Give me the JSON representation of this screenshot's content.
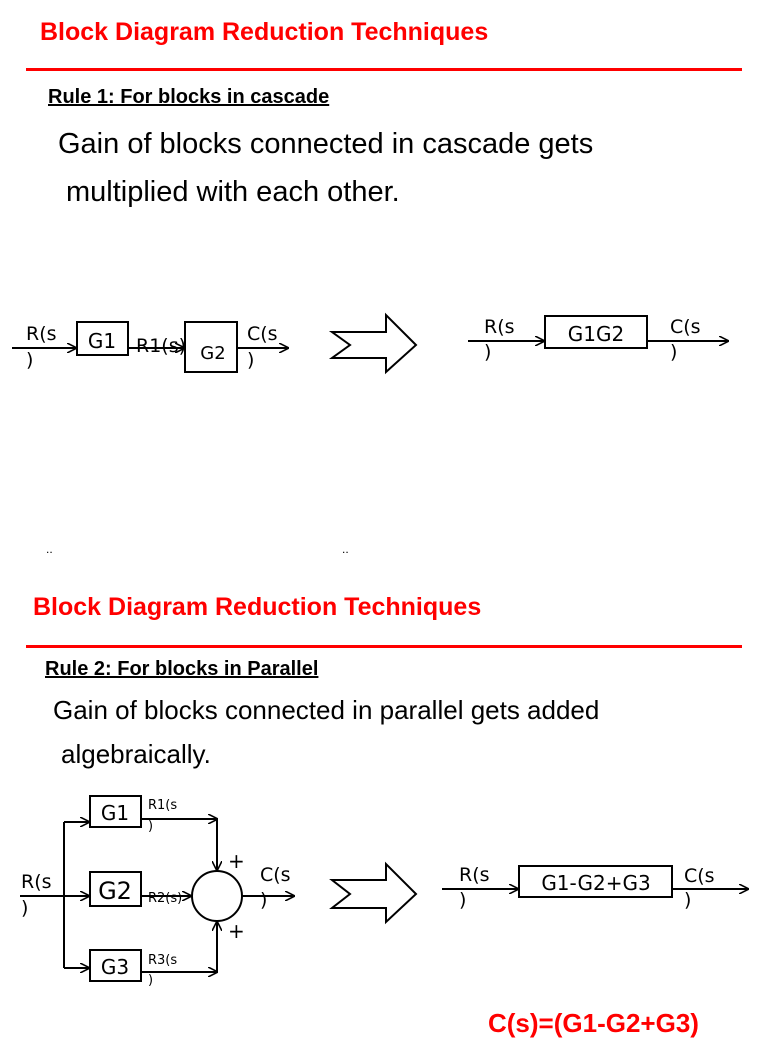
{
  "slide1": {
    "title": "Block Diagram Reduction Techniques",
    "rule_heading": "Rule 1: For blocks in cascade",
    "text_line1": "Gain of blocks connected in cascade gets",
    "text_line2": "multiplied with each other.",
    "diagram": {
      "input": "R(s",
      "paren": ")",
      "block1": "G1",
      "intermediate": "R1(s)",
      "block2": "G2",
      "output": "C(s",
      "result_block": "G1G2"
    },
    "dots_left": "..",
    "dots_right": ".."
  },
  "slide2": {
    "title": "Block Diagram Reduction Techniques",
    "rule_heading": "Rule 2: For blocks in Parallel",
    "text_line1": "Gain of blocks connected in parallel gets added",
    "text_line2": "algebraically.",
    "diagram": {
      "input": "R(s",
      "paren": ")",
      "block1": "G1",
      "block2": "G2",
      "block3": "G3",
      "r1": "R1(s",
      "r2": "R2(s)",
      "r3": "R3(s",
      "plus": "+",
      "output": "C(s",
      "result_block": "G1-G2+G3"
    },
    "equation": "C(s)=(G1-G2+G3)"
  }
}
